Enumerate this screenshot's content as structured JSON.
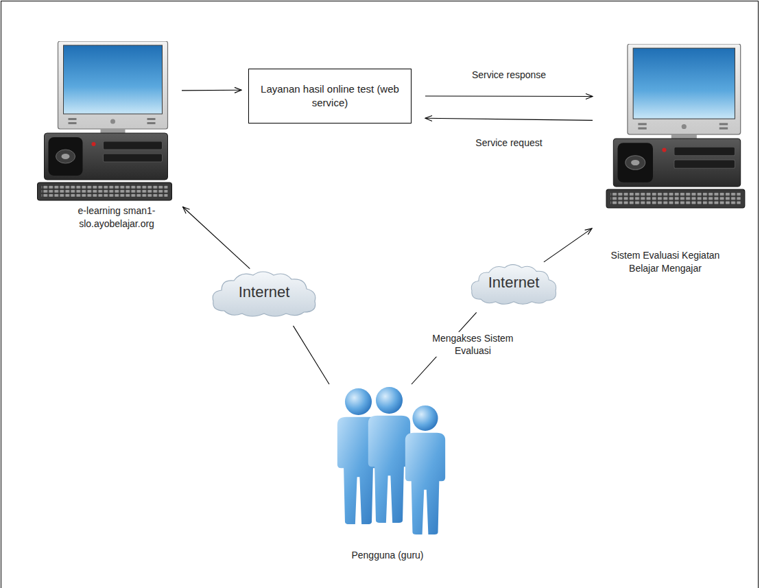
{
  "diagram": {
    "nodes": [
      {
        "text": [
          "e-learning sman1-slo.ayobelajar.org"
        ]
      },
      {
        "text": [
          "Layanan hasil online test (web service)"
        ]
      },
      {
        "text": [
          "Sistem Evaluasi Kegiatan Belajar Mengajar"
        ]
      },
      {
        "text": [
          "Internet"
        ]
      },
      {
        "text": [
          "Internet"
        ]
      },
      {
        "text": [
          "Pengguna (guru)"
        ]
      }
    ],
    "edges": [
      {
        "from": 0,
        "to": 1,
        "arrow": "to"
      },
      {
        "from": 1,
        "to": 2,
        "label": "Service response",
        "arrow": "to"
      },
      {
        "from": 2,
        "to": 1,
        "label": "Service request",
        "arrow": "to"
      },
      {
        "from": 5,
        "to": 3,
        "arrow": "none"
      },
      {
        "from": 3,
        "to": 0,
        "arrow": "to"
      },
      {
        "from": 5,
        "to": 4,
        "label": "Mengakses Sistem Evaluasi",
        "arrow": "none"
      },
      {
        "from": 4,
        "to": 2,
        "arrow": "to"
      }
    ]
  }
}
